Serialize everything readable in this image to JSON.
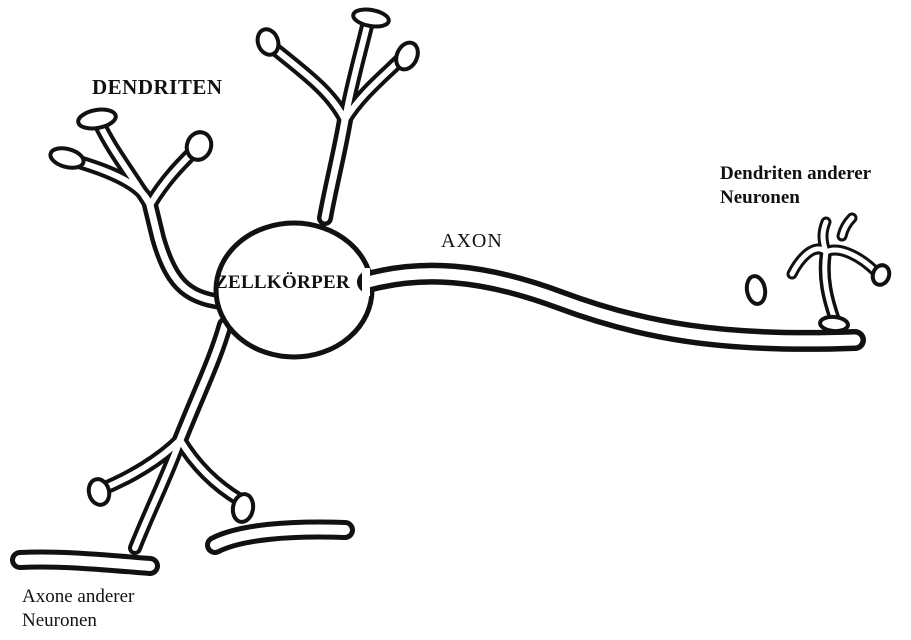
{
  "labels": {
    "dendriten": "DENDRITEN",
    "zellkoerper": "ZELLKÖRPER",
    "axon": "AXON",
    "dendriten_anderer_line1": "Dendriten anderer",
    "dendriten_anderer_line2": "Neuronen",
    "axone_anderer_line1": "Axone anderer",
    "axone_anderer_line2": "Neuronen"
  },
  "colors": {
    "ink": "#111111",
    "background": "#ffffff"
  }
}
